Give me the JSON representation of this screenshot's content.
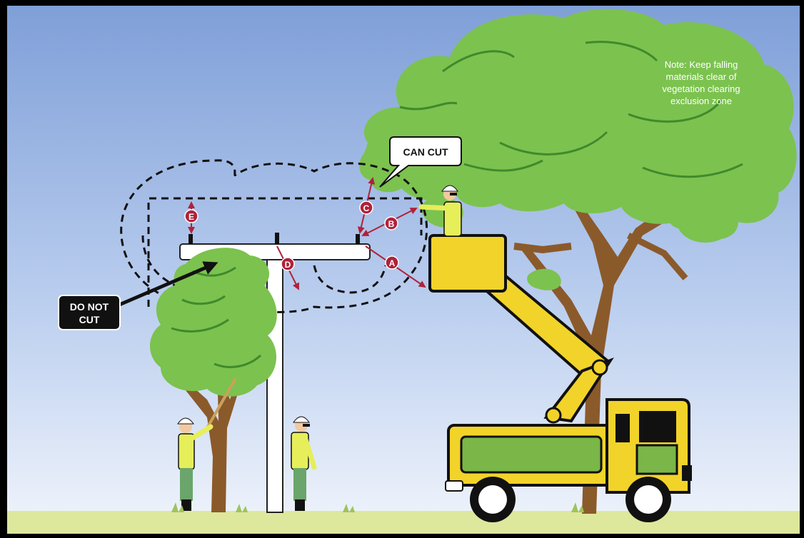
{
  "labels": {
    "can_cut": "CAN CUT",
    "do_not_cut_line1": "DO NOT",
    "do_not_cut_line2": "CUT"
  },
  "markers": [
    "A",
    "B",
    "C",
    "D",
    "E"
  ],
  "note": {
    "lines": [
      "Note: Keep falling",
      "materials clear of",
      "vegetation clearing",
      "exclusion zone"
    ]
  },
  "colors": {
    "sky_top": "#8aa9dc",
    "sky_bottom": "#eef3fb",
    "ground": "#dde89c",
    "foliage": "#7cc24f",
    "foliage_dark": "#3f8a2c",
    "trunk": "#8b5a2b",
    "truck_yellow": "#f2d32a",
    "truck_green": "#7ab648",
    "marker_red": "#b0223a",
    "callout_black": "#111111"
  }
}
